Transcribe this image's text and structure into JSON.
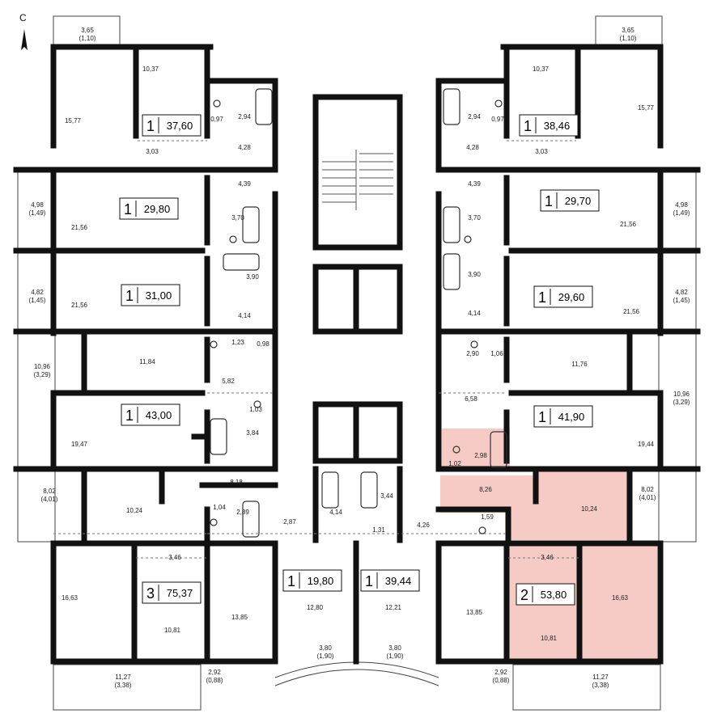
{
  "north_label": "С",
  "highlight_color": "#f6cbc6",
  "wall_color": "#111111",
  "apartments": [
    {
      "id": "apt-a",
      "rooms": "1",
      "area": "37,60"
    },
    {
      "id": "apt-b",
      "rooms": "1",
      "area": "38,46"
    },
    {
      "id": "apt-c",
      "rooms": "1",
      "area": "29,80"
    },
    {
      "id": "apt-d",
      "rooms": "1",
      "area": "29,70"
    },
    {
      "id": "apt-e",
      "rooms": "1",
      "area": "31,00"
    },
    {
      "id": "apt-f",
      "rooms": "1",
      "area": "29,60"
    },
    {
      "id": "apt-g",
      "rooms": "1",
      "area": "43,00"
    },
    {
      "id": "apt-h",
      "rooms": "1",
      "area": "41,90"
    },
    {
      "id": "apt-i",
      "rooms": "3",
      "area": "75,37"
    },
    {
      "id": "apt-j",
      "rooms": "1",
      "area": "19,80"
    },
    {
      "id": "apt-k",
      "rooms": "1",
      "area": "39,44"
    },
    {
      "id": "apt-l",
      "rooms": "2",
      "area": "53,80",
      "selected": true
    }
  ],
  "room_labels": [
    "3,65\n(1,10)",
    "10,37",
    "15,77",
    "0,97",
    "2,94",
    "3,03",
    "4,28",
    "3,65\n(1,10)",
    "10,37",
    "15,77",
    "2,94",
    "0,97",
    "4,28",
    "3,03",
    "4,39",
    "4,98\n(1,49)",
    "21,56",
    "3,70",
    "4,39",
    "3,70",
    "21,56",
    "4,98\n(1,49)",
    "4,82\n(1,45)",
    "21,56",
    "3,90",
    "4,14",
    "3,90",
    "4,14",
    "21,56",
    "4,82\n(1,45)",
    "1,23",
    "0,98",
    "10,96\n(3,29)",
    "11,84",
    "5,82",
    "1,03",
    "19,47",
    "3,84",
    "2,90",
    "1,06",
    "11,76",
    "10,96\n(3,29)",
    "6,58",
    "19,44",
    "1,02",
    "2,98",
    "8,26",
    "8,18",
    "8,02\n(4,01)",
    "10,24",
    "1,04",
    "2,89",
    "4,14",
    "3,44",
    "2,87",
    "1,31",
    "4,26",
    "10,24",
    "8,02\n(4,01)",
    "1,59",
    "3,46",
    "16,63",
    "10,81",
    "13,85",
    "12,80",
    "12,21",
    "13,85",
    "3,46",
    "16,63",
    "10,81",
    "3,80\n(1,90)",
    "3,80\n(1,90)",
    "2,92\n(0,88)",
    "2,92\n(0,88)",
    "11,27\n(3,38)",
    "11,27\n(3,38)"
  ]
}
